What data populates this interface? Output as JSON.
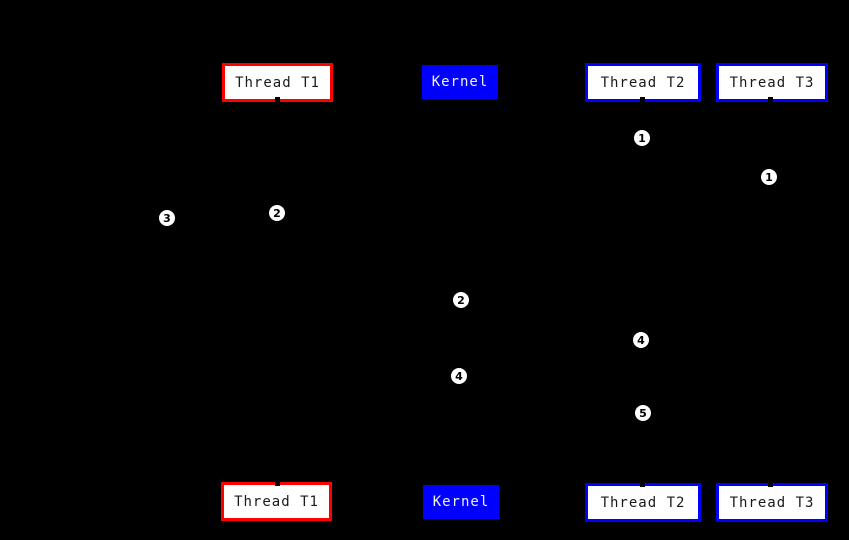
{
  "diagram": {
    "type": "sequence-diagram",
    "background_color": "#000000",
    "colors": {
      "thread_t1_border": "#ff0000",
      "thread_t2_border": "#0000ff",
      "thread_t3_border": "#0000ff",
      "kernel_fill": "#0000ff",
      "box_fill": "#ffffff",
      "box_text": "#1a1a1a",
      "kernel_text": "#f2f2f2",
      "marker_fill": "#ffffff",
      "marker_text": "#000000"
    },
    "actors": [
      {
        "label": "Thread T1"
      },
      {
        "label": "Kernel"
      },
      {
        "label": "Thread T2"
      },
      {
        "label": "Thread T3"
      }
    ],
    "markers": [
      {
        "label": "1"
      },
      {
        "label": "1"
      },
      {
        "label": "2"
      },
      {
        "label": "3"
      },
      {
        "label": "2"
      },
      {
        "label": "4"
      },
      {
        "label": "4"
      },
      {
        "label": "5"
      }
    ]
  }
}
